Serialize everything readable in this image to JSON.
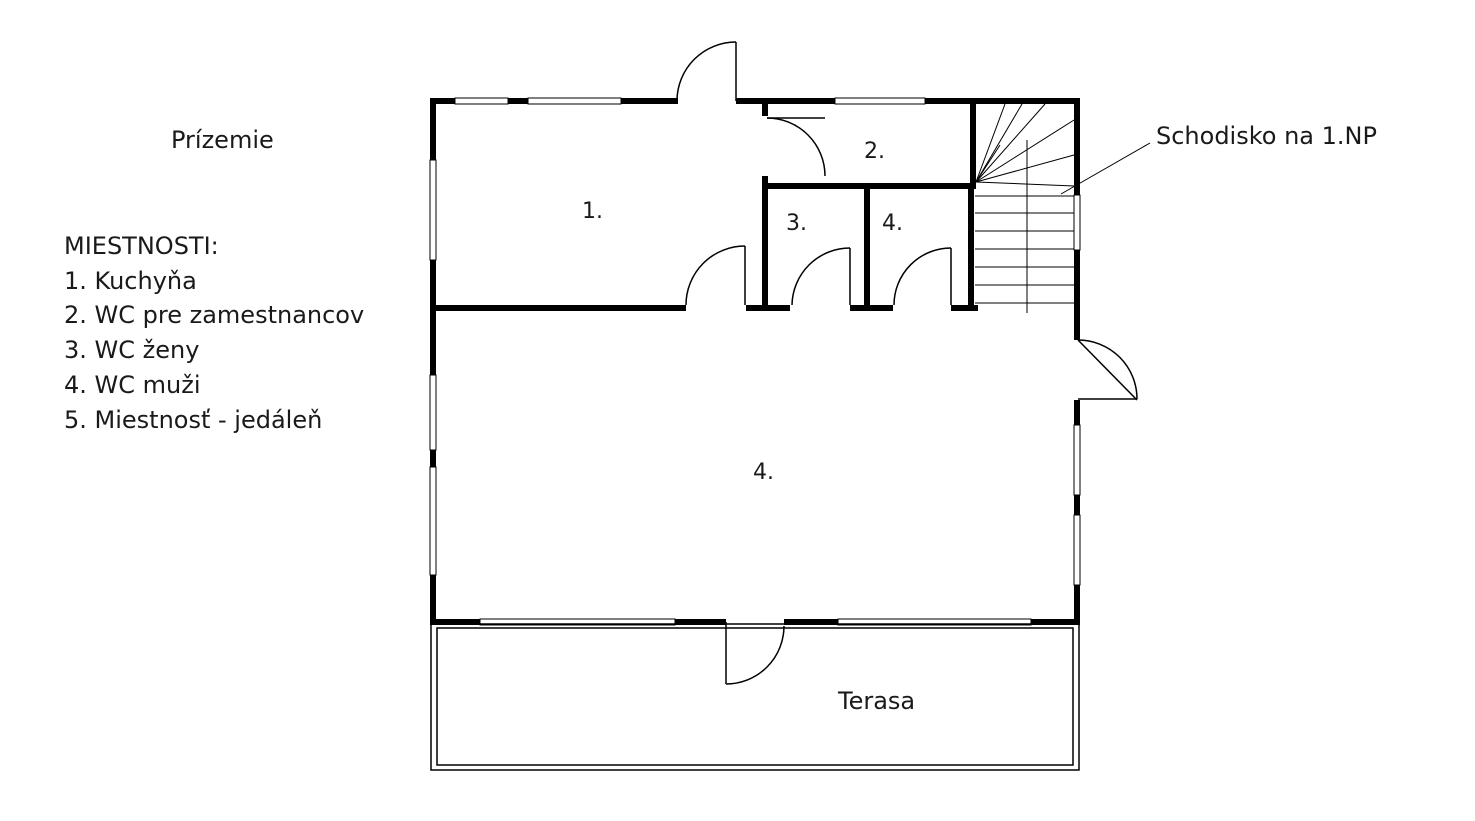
{
  "floor_title": "Prízemie",
  "legend": {
    "heading": "MIESTNOSTI:",
    "items": [
      "1. Kuchyňa",
      "2. WC pre zamestnancov",
      "3. WC ženy",
      "4. WC muži",
      "5. Miestnosť - jedáleň"
    ]
  },
  "rooms": {
    "kitchen": "1.",
    "staff_wc": "2.",
    "wc_women": "3.",
    "wc_men": "4.",
    "dining": "4.",
    "terrace": "Terasa"
  },
  "stairs_label": "Schodisko na 1.NP",
  "colors": {
    "wall": "#000000",
    "background": "#ffffff",
    "text": "#1a1a1a"
  }
}
